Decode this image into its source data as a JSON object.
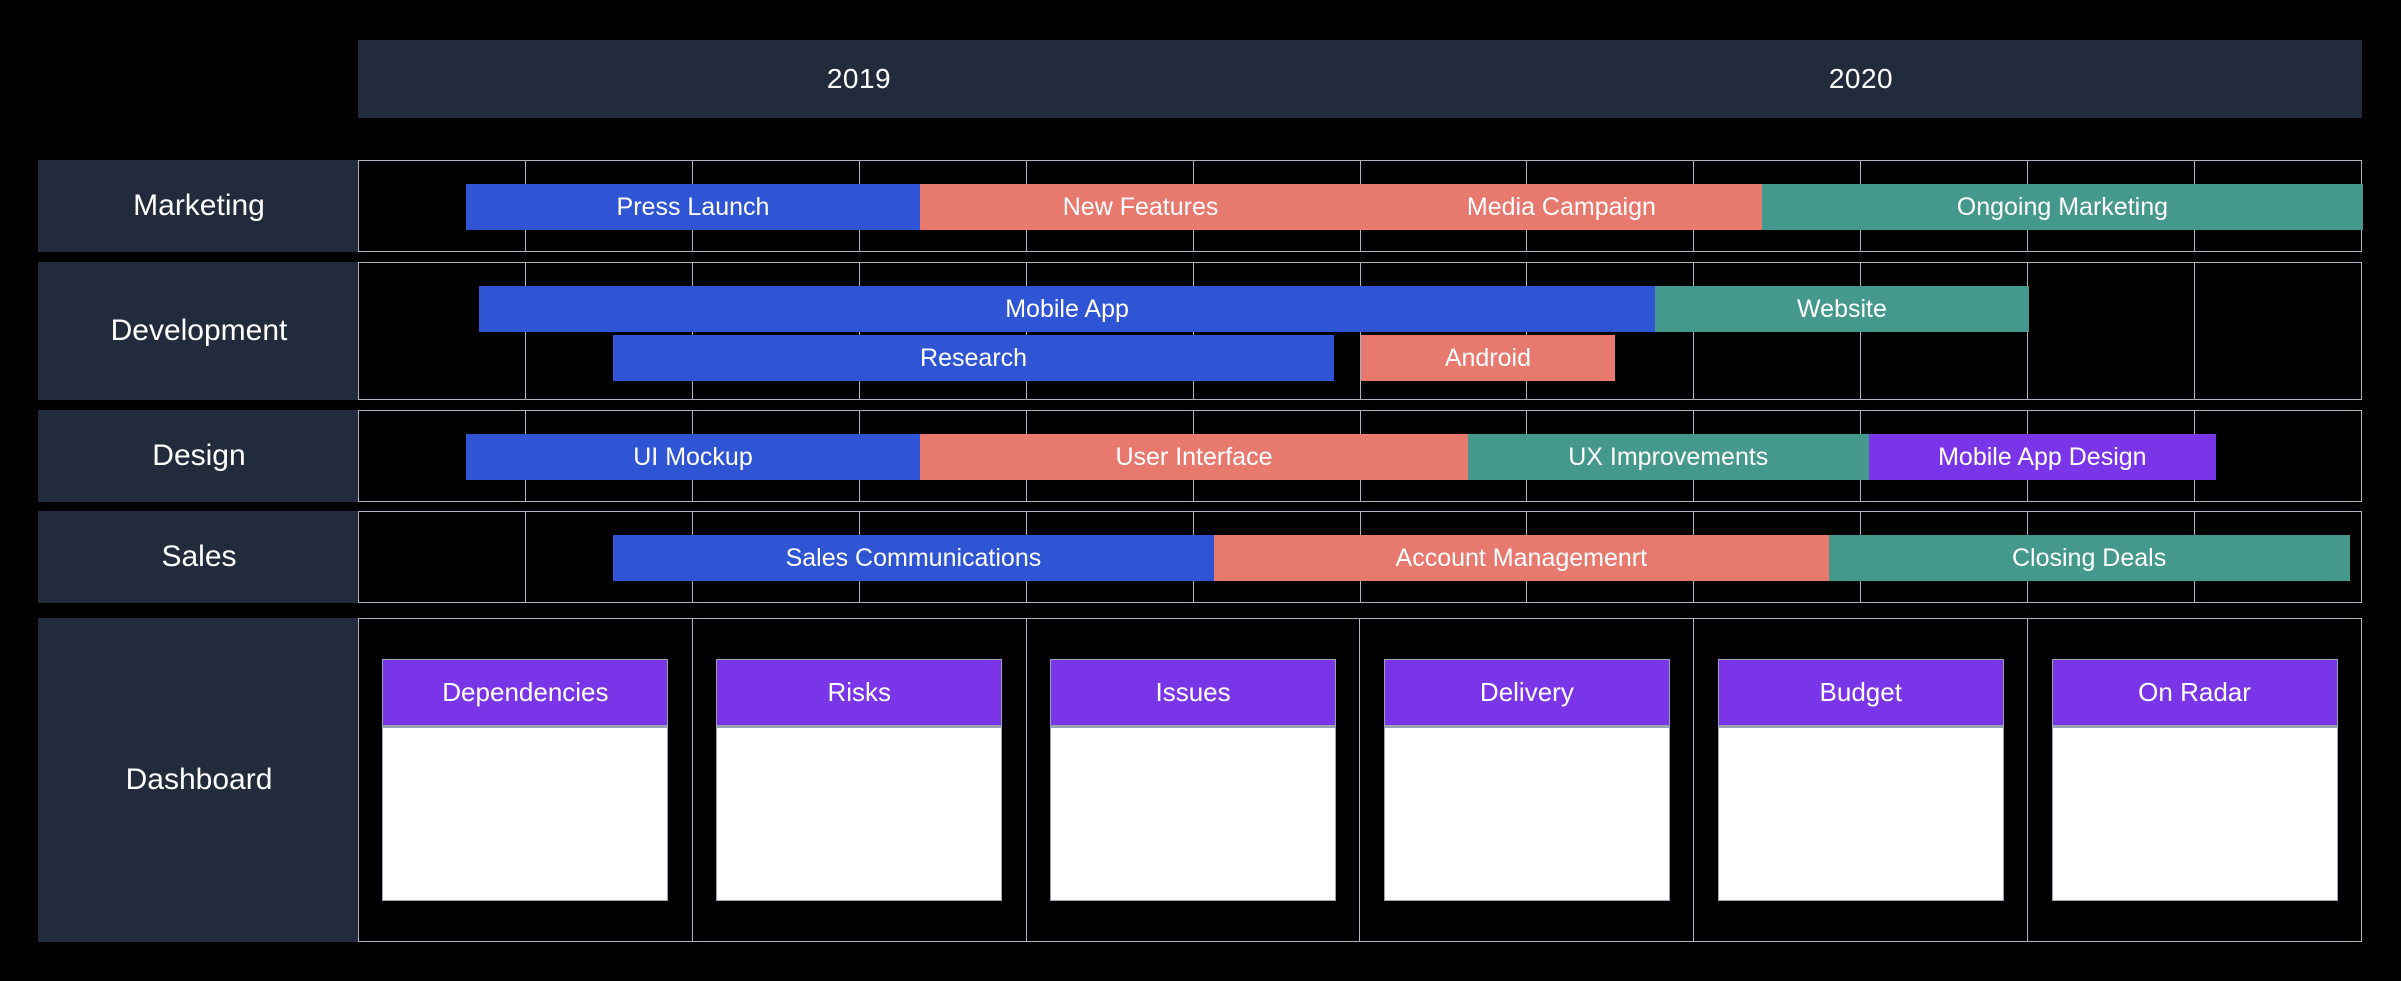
{
  "timeline": {
    "columns": 12,
    "years": [
      {
        "label": "2019"
      },
      {
        "label": "2020"
      }
    ],
    "palette": {
      "blue": "#2f55d4",
      "salmon": "#e8796f",
      "teal": "#45988c",
      "purple": "#7b35e8",
      "panel": "#222b3c",
      "grid": "#aab2c0",
      "background": "#000000",
      "text": "#ffffff"
    }
  },
  "rows": [
    {
      "label": "Marketing",
      "lanes": [
        {
          "bars": [
            {
              "label": "Press Launch",
              "color": "#2f55d4",
              "start": 0.8,
              "end": 4.2
            },
            {
              "label": "New Features",
              "color": "#e8796f",
              "start": 4.2,
              "end": 7.5
            },
            {
              "label": "Media Campaign",
              "color": "#e8796f",
              "start": 7.5,
              "end": 10.5
            },
            {
              "label": "Ongoing Marketing",
              "color": "#45988c",
              "start": 10.5,
              "end": 15.0
            }
          ]
        }
      ]
    },
    {
      "label": "Development",
      "lanes": [
        {
          "bars": [
            {
              "label": "Mobile App",
              "color": "#2f55d4",
              "start": 0.9,
              "end": 9.7
            },
            {
              "label": "Website",
              "color": "#45988c",
              "start": 9.7,
              "end": 12.5
            }
          ]
        },
        {
          "bars": [
            {
              "label": "Research",
              "color": "#2f55d4",
              "start": 1.9,
              "end": 7.3
            },
            {
              "label": "Android",
              "color": "#e8796f",
              "start": 7.5,
              "end": 9.4
            }
          ]
        }
      ]
    },
    {
      "label": "Design",
      "lanes": [
        {
          "bars": [
            {
              "label": "UI Mockup",
              "color": "#2f55d4",
              "start": 0.8,
              "end": 4.2
            },
            {
              "label": "User Interface",
              "color": "#e8796f",
              "start": 4.2,
              "end": 8.3
            },
            {
              "label": "UX Improvements",
              "color": "#45988c",
              "start": 8.3,
              "end": 11.3
            },
            {
              "label": "Mobile App Design",
              "color": "#7b35e8",
              "start": 11.3,
              "end": 13.9
            }
          ]
        }
      ]
    },
    {
      "label": "Sales",
      "lanes": [
        {
          "bars": [
            {
              "label": "Sales Communications",
              "color": "#2f55d4",
              "start": 1.9,
              "end": 6.4
            },
            {
              "label": "Account Managemenrt",
              "color": "#e8796f",
              "start": 6.4,
              "end": 11.0
            },
            {
              "label": "Closing Deals",
              "color": "#45988c",
              "start": 11.0,
              "end": 14.9
            }
          ]
        }
      ]
    }
  ],
  "dashboard": {
    "label": "Dashboard",
    "cards": [
      {
        "title": "Dependencies"
      },
      {
        "title": "Risks"
      },
      {
        "title": "Issues"
      },
      {
        "title": "Delivery"
      },
      {
        "title": "Budget"
      },
      {
        "title": "On Radar"
      }
    ]
  }
}
